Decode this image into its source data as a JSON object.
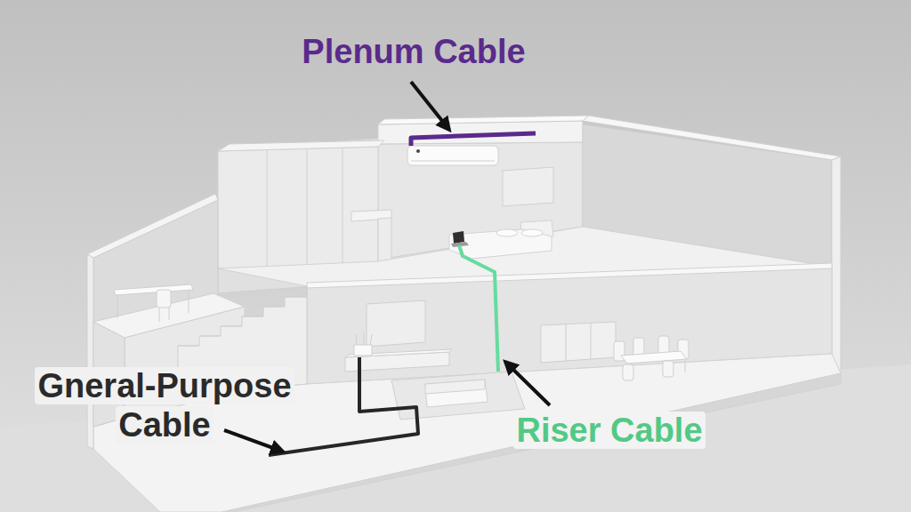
{
  "diagram": {
    "labels": [
      "Plenum Cable",
      "Riser Cable",
      "Gneral-Purpose Cable"
    ]
  }
}
